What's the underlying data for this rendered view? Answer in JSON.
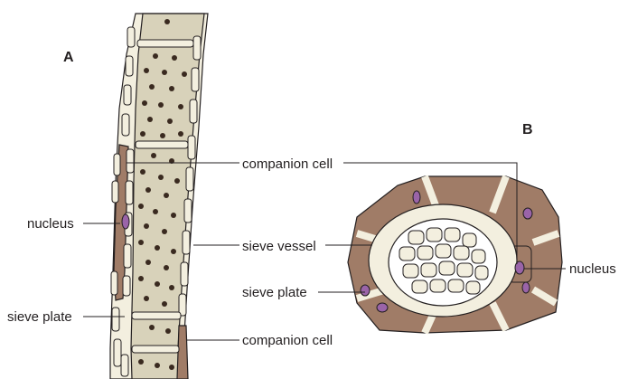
{
  "panels": {
    "a": {
      "label": "A"
    },
    "b": {
      "label": "B"
    }
  },
  "labels": {
    "companion_cell_top": "companion cell",
    "nucleus_left": "nucleus",
    "sieve_vessel": "sieve vessel",
    "sieve_plate_mid": "sieve plate",
    "nucleus_right": "nucleus",
    "sieve_plate_bottom": "sieve plate",
    "companion_cell_bottom": "companion cell"
  },
  "colors": {
    "sieve_tube": "#d8d2ba",
    "cell_wall": "#f3efdf",
    "companion": "#a07c67",
    "nucleus": "#9a64a8",
    "outline": "#231f20"
  }
}
